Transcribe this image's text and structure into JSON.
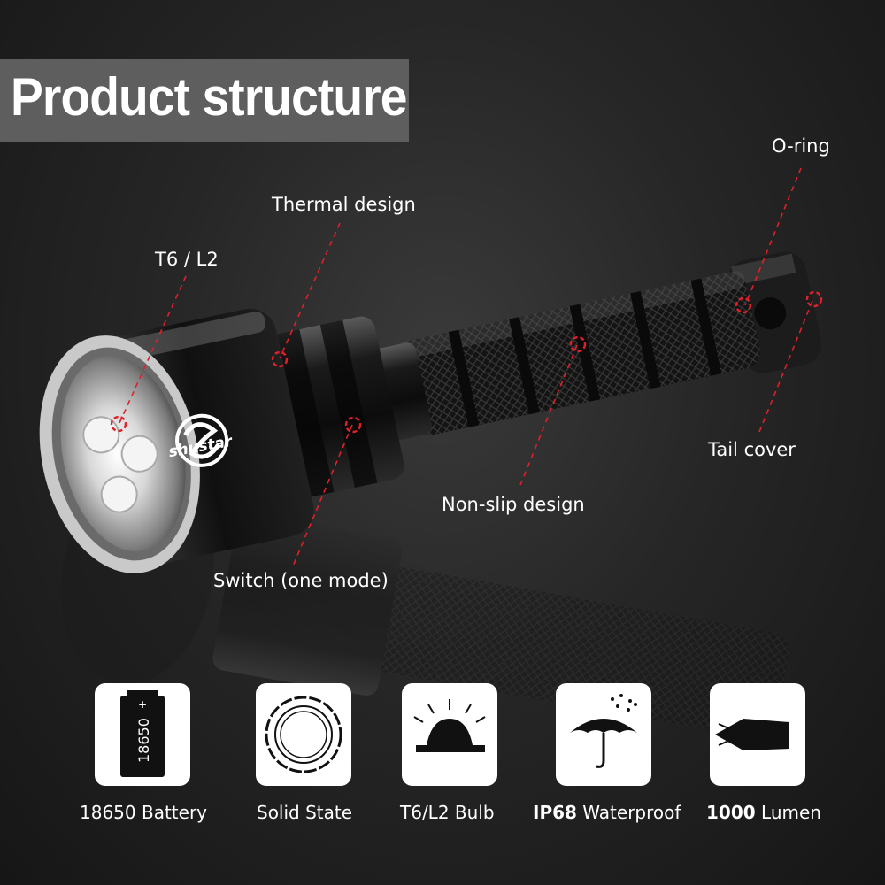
{
  "title": "Product structure",
  "brand": "shustar",
  "callouts": {
    "oring": "O-ring",
    "thermal": "Thermal design",
    "t6l2": "T6 / L2",
    "tail_cover": "Tail cover",
    "non_slip": "Non-slip design",
    "switch": "Switch (one mode)"
  },
  "features": [
    {
      "icon": "battery-icon",
      "label": "18650 Battery",
      "battery_text": "18650"
    },
    {
      "icon": "solid-state-icon",
      "label": "Solid State"
    },
    {
      "icon": "bulb-icon",
      "label": "T6/L2 Bulb"
    },
    {
      "icon": "umbrella-icon",
      "label_bold": "IP68",
      "label": "Waterproof"
    },
    {
      "icon": "beam-icon",
      "label_bold": "1000",
      "label": "Lumen"
    }
  ],
  "colors": {
    "background": "#1e1e1e",
    "title_box": "#5e5e5e",
    "callout_marker": "#e0202a",
    "text": "#ffffff"
  }
}
